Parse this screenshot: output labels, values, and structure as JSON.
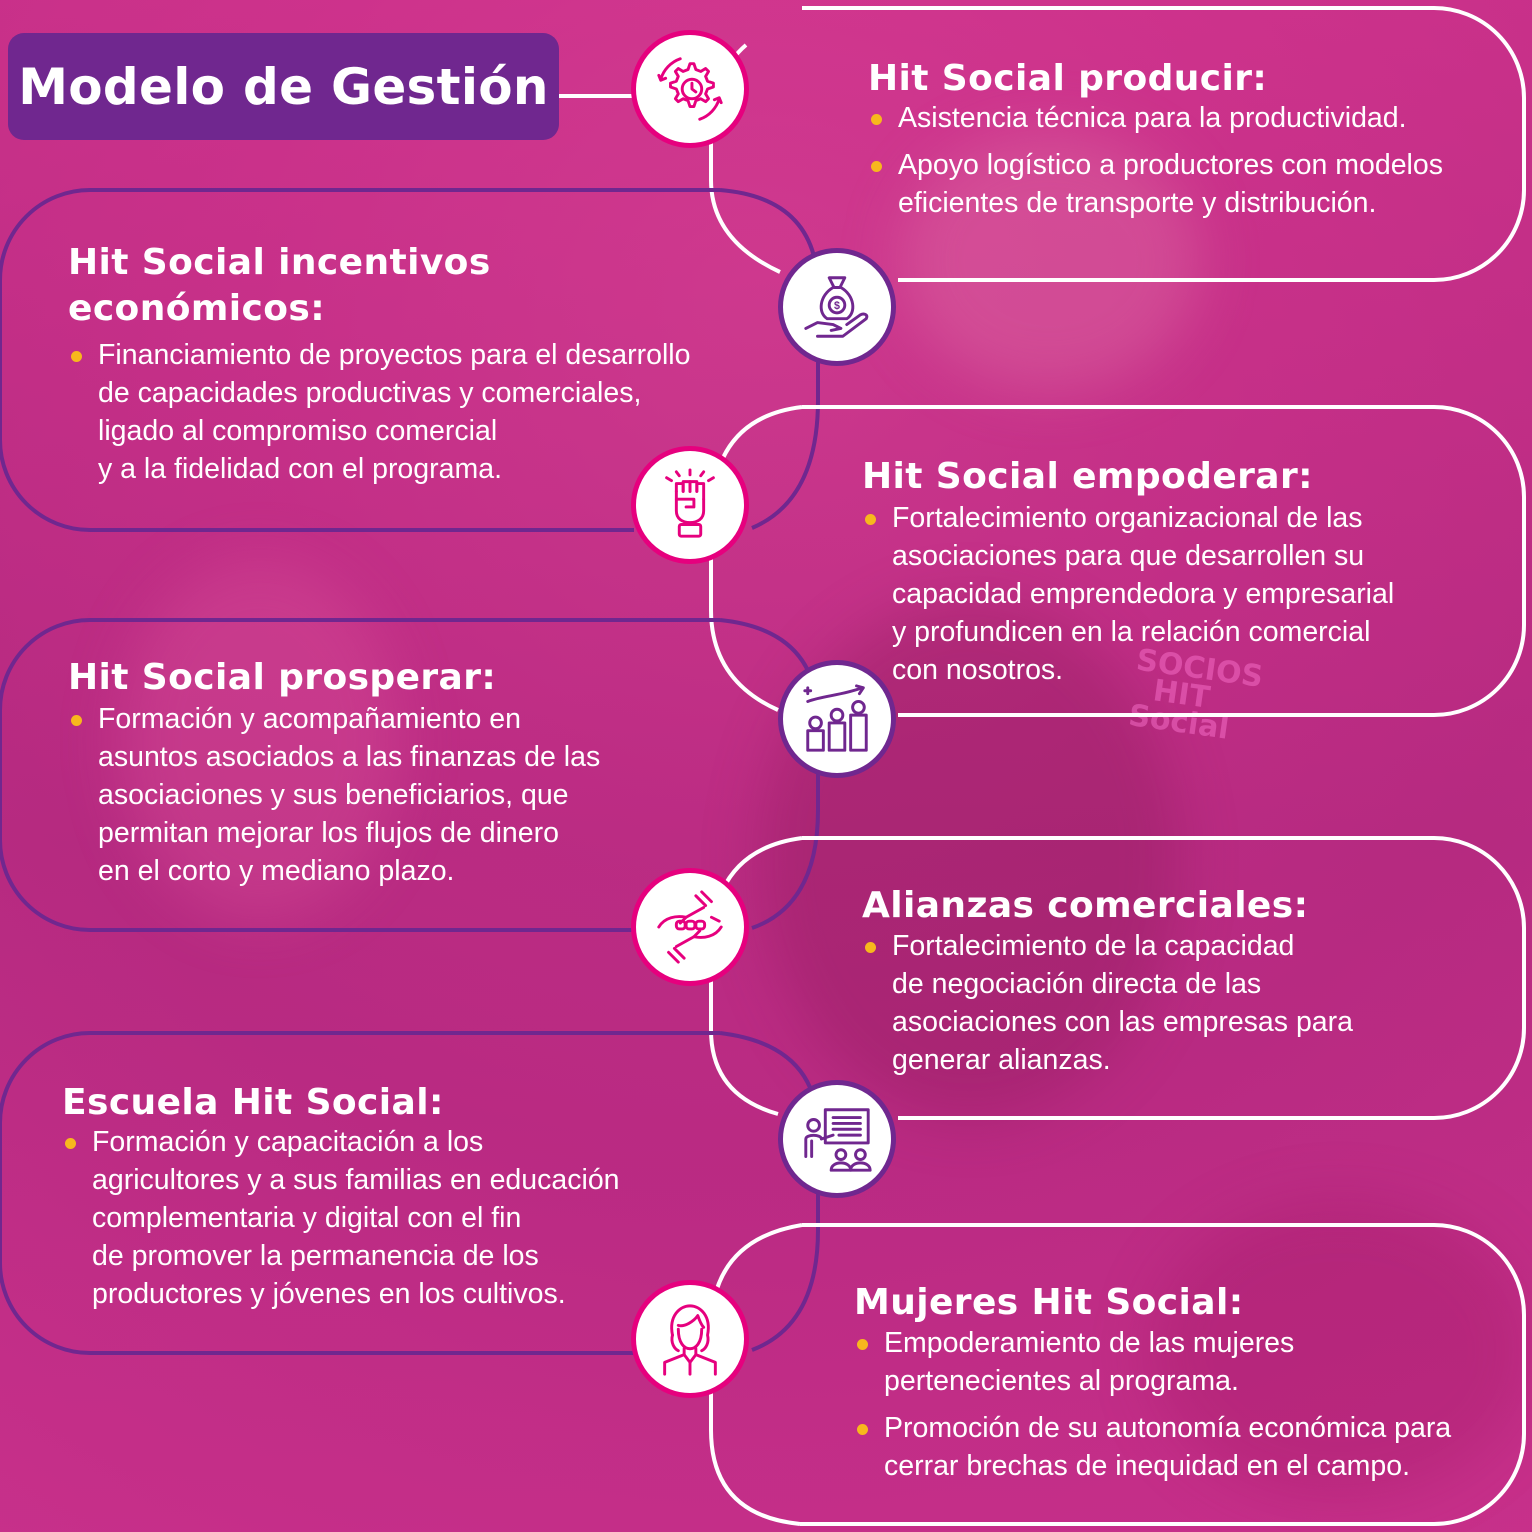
{
  "title": "Modelo de Gestión",
  "colors": {
    "accent_pink": "#e6007e",
    "accent_purple": "#70278f",
    "bullet": "#f7b81d",
    "background": "#c43189"
  },
  "background_logo": "SOCIOS HIT Social",
  "sections": [
    {
      "heading_lines": [
        "Hit Social producir:"
      ],
      "icon": "gear-clock-icon",
      "bullets": [
        {
          "lines": [
            "Asistencia técnica para la productividad."
          ]
        },
        {
          "lines": [
            "Apoyo logístico a productores con modelos",
            "eficientes de transporte y distribución."
          ]
        }
      ]
    },
    {
      "heading_lines": [
        "Hit Social incentivos",
        "económicos:"
      ],
      "icon": "money-bag-hand-icon",
      "bullets": [
        {
          "lines": [
            "Financiamiento de proyectos para el desarrollo",
            "de capacidades productivas y comerciales,",
            "ligado al compromiso comercial",
            "y a la fidelidad con el programa."
          ]
        }
      ]
    },
    {
      "heading_lines": [
        "Hit Social empoderar:"
      ],
      "icon": "raised-fist-icon",
      "bullets": [
        {
          "lines": [
            "Fortalecimiento organizacional de las",
            "asociaciones para que desarrollen su",
            "capacidad emprendedora y empresarial",
            "y profundicen en la relación comercial",
            "con nosotros."
          ]
        }
      ]
    },
    {
      "heading_lines": [
        "Hit Social prosperar:"
      ],
      "icon": "growth-chart-icon",
      "bullets": [
        {
          "lines": [
            "Formación y acompañamiento en",
            "asuntos asociados a las finanzas de las",
            "asociaciones y sus beneficiarios, que",
            "permitan mejorar los flujos de dinero",
            "en el corto y mediano plazo."
          ]
        }
      ]
    },
    {
      "heading_lines": [
        "Alianzas comerciales:"
      ],
      "icon": "handshake-icon",
      "bullets": [
        {
          "lines": [
            "Fortalecimiento de la capacidad",
            "de negociación directa de las",
            "asociaciones con las empresas para",
            "generar alianzas."
          ]
        }
      ]
    },
    {
      "heading_lines": [
        "Escuela Hit Social:"
      ],
      "icon": "teacher-board-icon",
      "bullets": [
        {
          "lines": [
            "Formación y capacitación a los",
            "agricultores y a sus familias en educación",
            "complementaria y digital con el fin",
            "de promover la permanencia de los",
            "productores y jóvenes en los cultivos."
          ]
        }
      ]
    },
    {
      "heading_lines": [
        "Mujeres Hit Social:"
      ],
      "icon": "woman-icon",
      "bullets": [
        {
          "lines": [
            "Empoderamiento de las mujeres",
            "pertenecientes al programa."
          ]
        },
        {
          "lines": [
            "Promoción de su autonomía económica para",
            "cerrar brechas de inequidad en el campo."
          ]
        }
      ]
    }
  ]
}
